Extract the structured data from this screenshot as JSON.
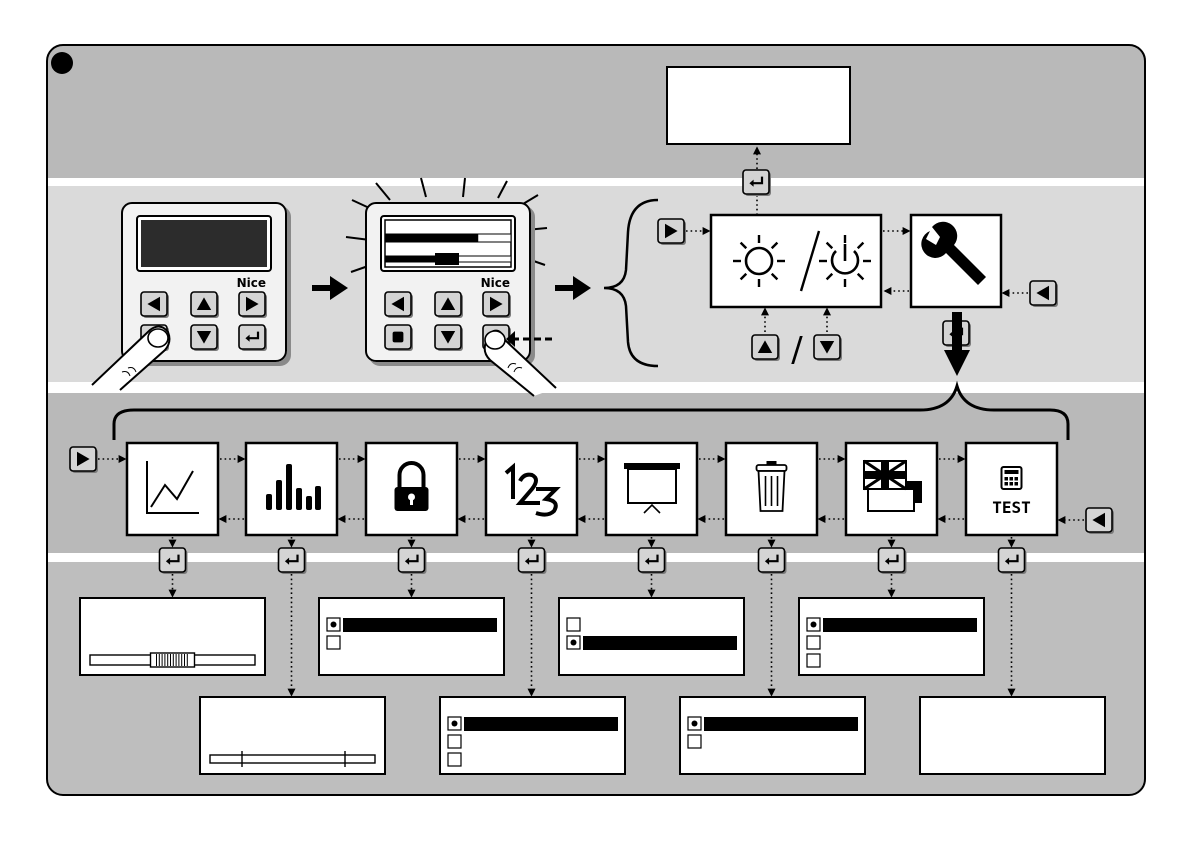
{
  "figure": {
    "step_marker": "",
    "colors": {
      "band_dark": "#b9b9b9",
      "band_light": "#dadada",
      "divider": "#ffffff",
      "ink": "#000000",
      "key_fill": "#cfcfcf"
    }
  },
  "step1": {
    "remote_idle": {
      "brand": "Nice",
      "keys": [
        "left-key",
        "up-key",
        "right-key",
        "enter-key-pressed",
        "down-key",
        "return-key"
      ]
    },
    "remote_active": {
      "brand": "Nice",
      "keys": [
        "left-key",
        "up-key",
        "right-key",
        "stop-key",
        "down-key",
        "enter-key-pressed"
      ],
      "display_bar_fill": 0.74
    }
  },
  "step2": {
    "entry_key": "right-key",
    "exit_key": "left-key",
    "main_menu": [
      {
        "icon": "light-power-icon",
        "description": "lighting / power"
      },
      {
        "icon": "wrench-icon",
        "description": "settings"
      }
    ],
    "toggle_keys": [
      "up-key",
      "down-key"
    ],
    "separator": "/",
    "confirm_key": "return-key"
  },
  "step3": {
    "entry_key": "right-key",
    "exit_key": "left-key",
    "settings_menu": [
      {
        "icon": "graph-line-icon",
        "result": "slider",
        "slider_level": 0.5
      },
      {
        "icon": "bar-chart-icon",
        "result": "slider-range"
      },
      {
        "icon": "padlock-icon",
        "result": "options",
        "options": 2,
        "selected": 0
      },
      {
        "icon": "numbering-123-icon",
        "result": "options",
        "options": 3,
        "selected": 0
      },
      {
        "icon": "projector-screen-icon",
        "result": "options",
        "options": 2,
        "selected": 1
      },
      {
        "icon": "trash-bin-icon",
        "result": "options",
        "options": 2,
        "selected": 0
      },
      {
        "icon": "uk-flag-language-icon",
        "result": "options",
        "options": 3,
        "selected": 0
      },
      {
        "icon": "calculator-test-icon",
        "result": "blank",
        "label": "TEST"
      }
    ]
  }
}
